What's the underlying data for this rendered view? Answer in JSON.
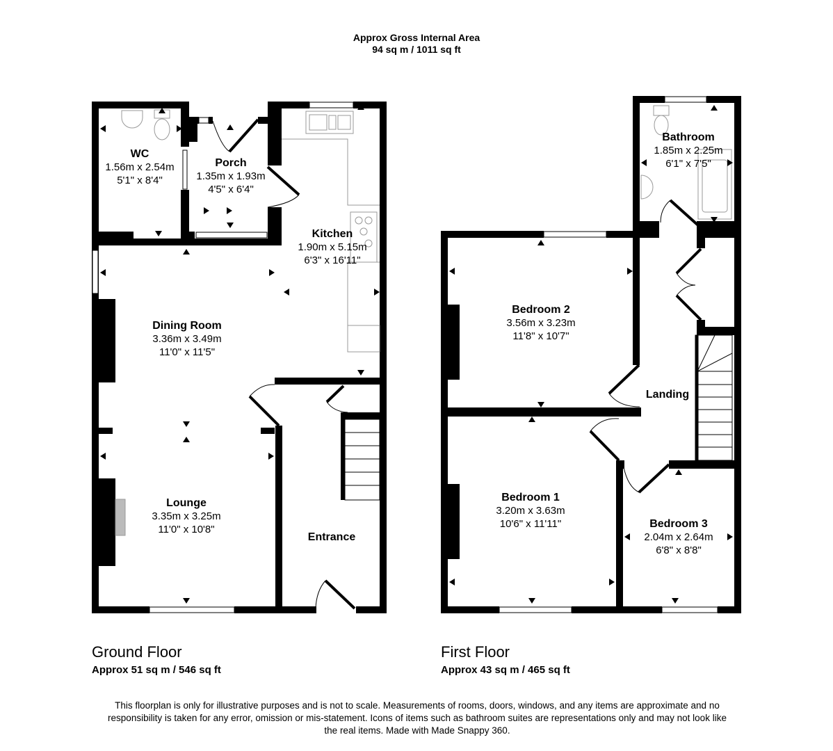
{
  "header": {
    "line1": "Approx Gross Internal Area",
    "line2": "94 sq m / 1011 sq ft"
  },
  "floors": [
    {
      "title": "Ground Floor",
      "area": "Approx 51 sq m / 546 sq ft",
      "rooms": [
        {
          "name": "WC",
          "metric": "1.56m x 2.54m",
          "imperial": "5'1\" x 8'4\""
        },
        {
          "name": "Porch",
          "metric": "1.35m x 1.93m",
          "imperial": "4'5\" x 6'4\""
        },
        {
          "name": "Kitchen",
          "metric": "1.90m x 5.15m",
          "imperial": "6'3\" x 16'11\""
        },
        {
          "name": "Dining Room",
          "metric": "3.36m x 3.49m",
          "imperial": "11'0\" x 11'5\""
        },
        {
          "name": "Lounge",
          "metric": "3.35m x 3.25m",
          "imperial": "11'0\" x 10'8\""
        },
        {
          "name": "Entrance",
          "metric": "",
          "imperial": ""
        }
      ]
    },
    {
      "title": "First Floor",
      "area": "Approx 43 sq m / 465 sq ft",
      "rooms": [
        {
          "name": "Bathroom",
          "metric": "1.85m x 2.25m",
          "imperial": "6'1\" x 7'5\""
        },
        {
          "name": "Bedroom 2",
          "metric": "3.56m x 3.23m",
          "imperial": "11'8\" x 10'7\""
        },
        {
          "name": "Landing",
          "metric": "",
          "imperial": ""
        },
        {
          "name": "Bedroom 1",
          "metric": "3.20m x 3.63m",
          "imperial": "10'6\" x 11'11\""
        },
        {
          "name": "Bedroom 3",
          "metric": "2.04m x 2.64m",
          "imperial": "6'8\" x 8'8\""
        }
      ]
    }
  ],
  "disclaimer": "This floorplan is only for illustrative purposes and is not to scale. Measurements of rooms, doors, windows, and any items are approximate and no responsibility is taken for any error, omission or mis-statement. Icons of items such as bathroom suites are representations only and may not look like the real items. Made with Made Snappy 360.",
  "colors": {
    "wall": "#000000",
    "fixture": "#999999",
    "background": "#ffffff"
  }
}
